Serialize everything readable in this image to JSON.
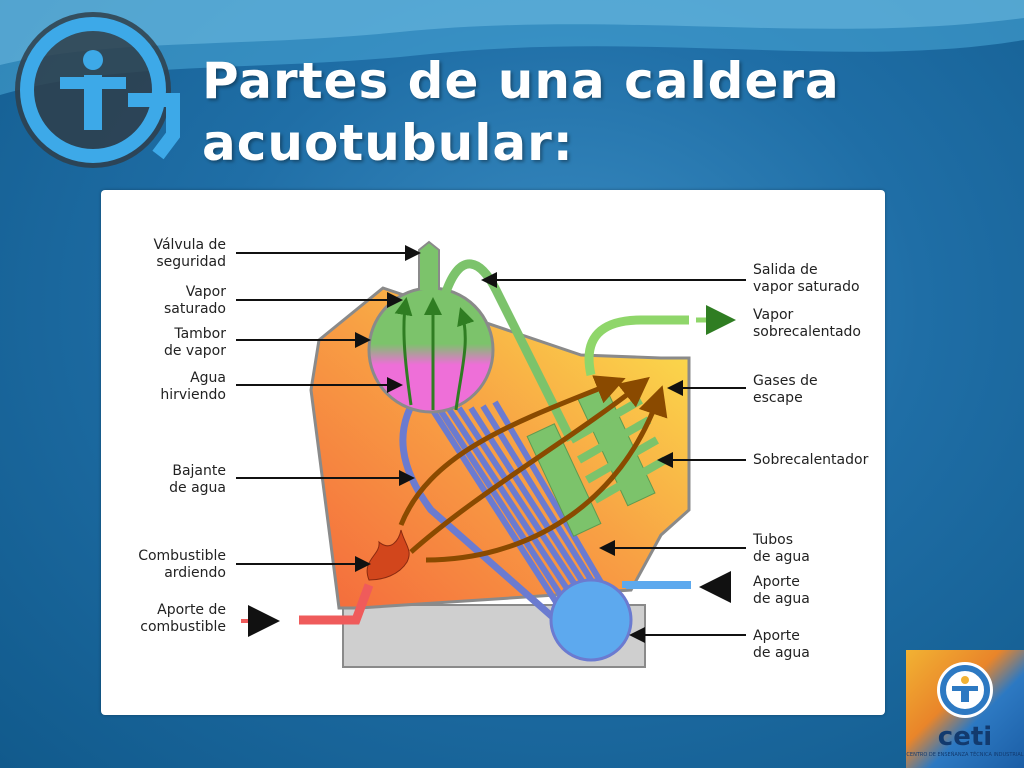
{
  "slide": {
    "title_line1": "Partes de una caldera",
    "title_line2": "acuotubular:",
    "logo_top": "ceti-emblem-icon",
    "logo_bottom": {
      "word": "ceti",
      "subtitle": "CENTRO DE ENSEÑANZA TÉCNICA INDUSTRIAL"
    }
  },
  "diagram": {
    "labels_left": [
      {
        "id": "valvula",
        "text": "Válvula de\nseguridad"
      },
      {
        "id": "vapor-saturado",
        "text": "Vapor\nsaturado"
      },
      {
        "id": "tambor",
        "text": "Tambor\nde vapor"
      },
      {
        "id": "agua-hirviendo",
        "text": "Agua\nhirviendo"
      },
      {
        "id": "bajante",
        "text": "Bajante\nde agua"
      },
      {
        "id": "combustible-ardiendo",
        "text": "Combustible\nardiendo"
      },
      {
        "id": "aporte-combustible",
        "text": "Aporte de\ncombustible"
      }
    ],
    "labels_right": [
      {
        "id": "salida-vapor",
        "text": "Salida de\nvapor saturado"
      },
      {
        "id": "vapor-sobrecalentado",
        "text": "Vapor\nsobrecalentado"
      },
      {
        "id": "gases",
        "text": "Gases de\nescape"
      },
      {
        "id": "sobrecalentador",
        "text": "Sobrecalentador"
      },
      {
        "id": "tubos",
        "text": "Tubos\nde agua"
      },
      {
        "id": "aporte-agua-1",
        "text": "Aporte\nde agua"
      },
      {
        "id": "aporte-agua-2",
        "text": "Aporte\nde agua"
      }
    ],
    "colors": {
      "firebox": "#f47b44",
      "firebox_light": "#fcd84a",
      "steam": "#7cc36b",
      "boiling_water": "#ee6fd8",
      "water": "#5da9ee",
      "tubes": "#6b7bd0",
      "gas_arrows": "#8a4a00",
      "fuel": "#ef5b5b",
      "base": "#cfcfcf"
    }
  }
}
